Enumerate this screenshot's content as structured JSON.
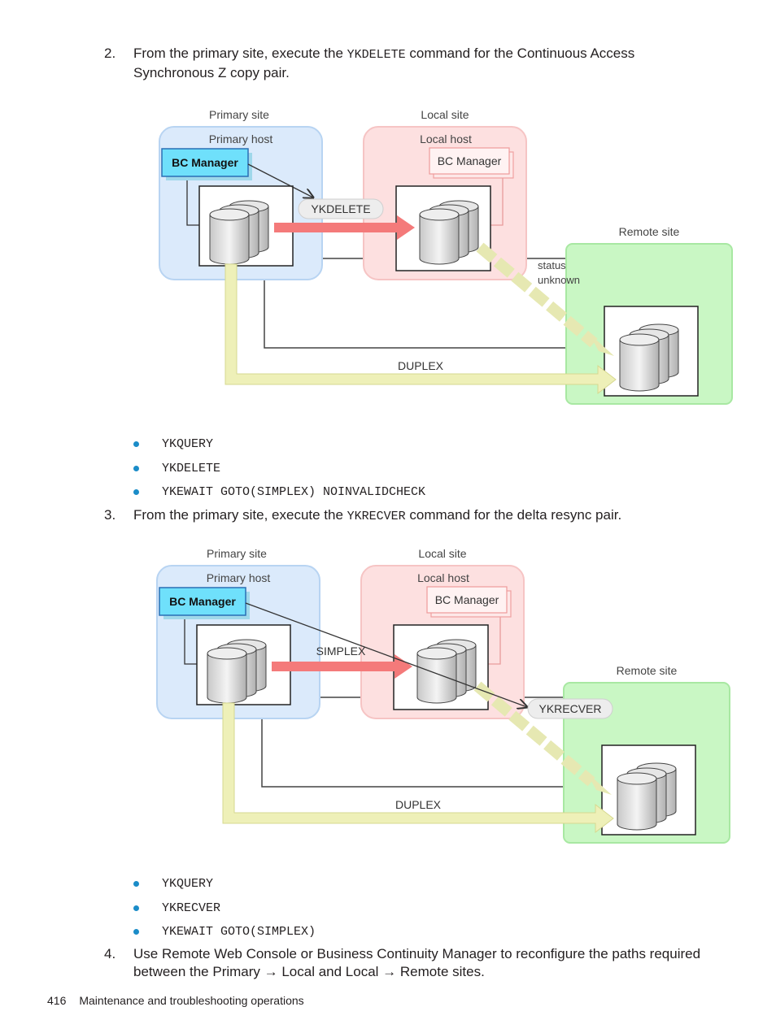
{
  "step2": {
    "number": "2.",
    "before": "From the primary site, execute the ",
    "command": "YKDELETE",
    "after": " command for the Continuous Access Synchronous Z copy pair."
  },
  "diagram1": {
    "primary_site": "Primary site",
    "primary_host": "Primary host",
    "local_site": "Local site",
    "local_host": "Local host",
    "remote_site": "Remote site",
    "bc_manager_primary": "BC Manager",
    "bc_manager_local": "BC Manager",
    "command_tag": "YKDELETE",
    "status_line1": "status",
    "status_line2": "unknown",
    "duplex": "DUPLEX"
  },
  "bullets1": [
    "YKQUERY",
    "YKDELETE",
    "YKEWAIT GOTO(SIMPLEX) NOINVALIDCHECK"
  ],
  "step3": {
    "number": "3.",
    "before": "From the primary site, execute the ",
    "command": "YKRECVER",
    "after": " command for the delta resync pair."
  },
  "diagram2": {
    "primary_site": "Primary site",
    "primary_host": "Primary host",
    "local_site": "Local site",
    "local_host": "Local host",
    "remote_site": "Remote site",
    "bc_manager_primary": "BC Manager",
    "bc_manager_local": "BC Manager",
    "simplex": "SIMPLEX",
    "command_tag": "YKRECVER",
    "duplex": "DUPLEX"
  },
  "bullets2": [
    "YKQUERY",
    "YKRECVER",
    "YKEWAIT GOTO(SIMPLEX)"
  ],
  "step4": {
    "number": "4.",
    "line1": "Use Remote Web Console or Business Continuity Manager to reconfigure the paths required",
    "line2": "between the Primary → Local and Local → Remote sites."
  },
  "footer": {
    "page_number": "416",
    "section": "Maintenance and troubleshooting operations"
  },
  "colors": {
    "primary_box": "#dbeafb",
    "local_box": "#fde0e0",
    "remote_box": "#c9f7c4",
    "bc_manager_fill": "#6fe0fb",
    "red_arrow": "#f47a7a",
    "yellow_arrow": "#eef0b8",
    "bullet": "#1b8cc8"
  }
}
